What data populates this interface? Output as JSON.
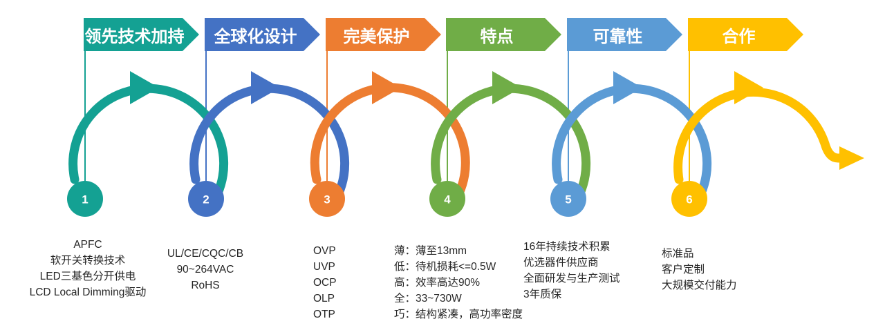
{
  "colors": {
    "background": "#FFFFFF",
    "detail_text": "#262626",
    "banner_text": "#FFFFFF"
  },
  "steps": [
    {
      "number": "1",
      "banner_label": "领先技术加持",
      "color": "#14A193",
      "detail_align": "center",
      "details": [
        "APFC",
        "软开关转换技术",
        "LED三基色分开供电",
        "LCD Local Dimming驱动"
      ]
    },
    {
      "number": "2",
      "banner_label": "全球化设计",
      "color": "#4472C4",
      "detail_align": "center",
      "details": [
        "UL/CE/CQC/CB",
        "90~264VAC",
        "RoHS"
      ]
    },
    {
      "number": "3",
      "banner_label": "完美保护",
      "color": "#ED7D31",
      "detail_align": "left",
      "details": [
        "OVP",
        "UVP",
        "OCP",
        "OLP",
        "OTP"
      ]
    },
    {
      "number": "4",
      "banner_label": "特点",
      "color": "#70AD47",
      "detail_align": "left",
      "details": [
        "薄：薄至13mm",
        "低：待机损耗<=0.5W",
        "高：效率高达90%",
        "全：33~730W",
        "巧：结构紧凑，高功率密度"
      ]
    },
    {
      "number": "5",
      "banner_label": "可靠性",
      "color": "#5B9BD5",
      "detail_align": "left",
      "details": [
        "16年持续技术积累",
        "优选器件供应商",
        "全面研发与生产测试",
        "3年质保"
      ]
    },
    {
      "number": "6",
      "banner_label": "合作",
      "color": "#FFC000",
      "detail_align": "left",
      "details": [
        "标准品",
        "客户定制",
        "大规模交付能力"
      ]
    }
  ]
}
